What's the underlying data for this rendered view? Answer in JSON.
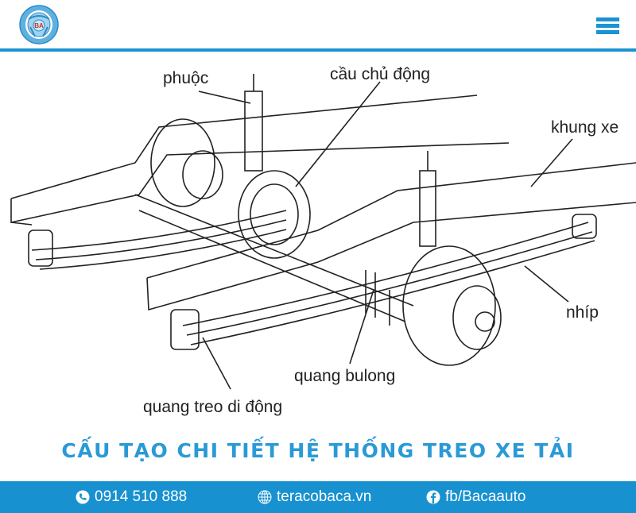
{
  "header": {
    "logo_text": "BA",
    "menu_icon": "hamburger-icon"
  },
  "diagram": {
    "labels": {
      "shock": "phuộc",
      "drive_axle": "cầu chủ động",
      "frame": "khung xe",
      "leaf_spring": "nhíp",
      "u_bolt": "quang bulong",
      "shackle": "quang treo di động"
    }
  },
  "title": "CẤU TẠO CHI TIẾT HỆ THỐNG TREO XE TẢI",
  "footer": {
    "phone": "0914 510 888",
    "website": "teracobaca.vn",
    "facebook": "fb/Bacaauto"
  },
  "colors": {
    "brand": "#1993d2",
    "title": "#2a9ad6",
    "logo_red": "#d0302a"
  }
}
